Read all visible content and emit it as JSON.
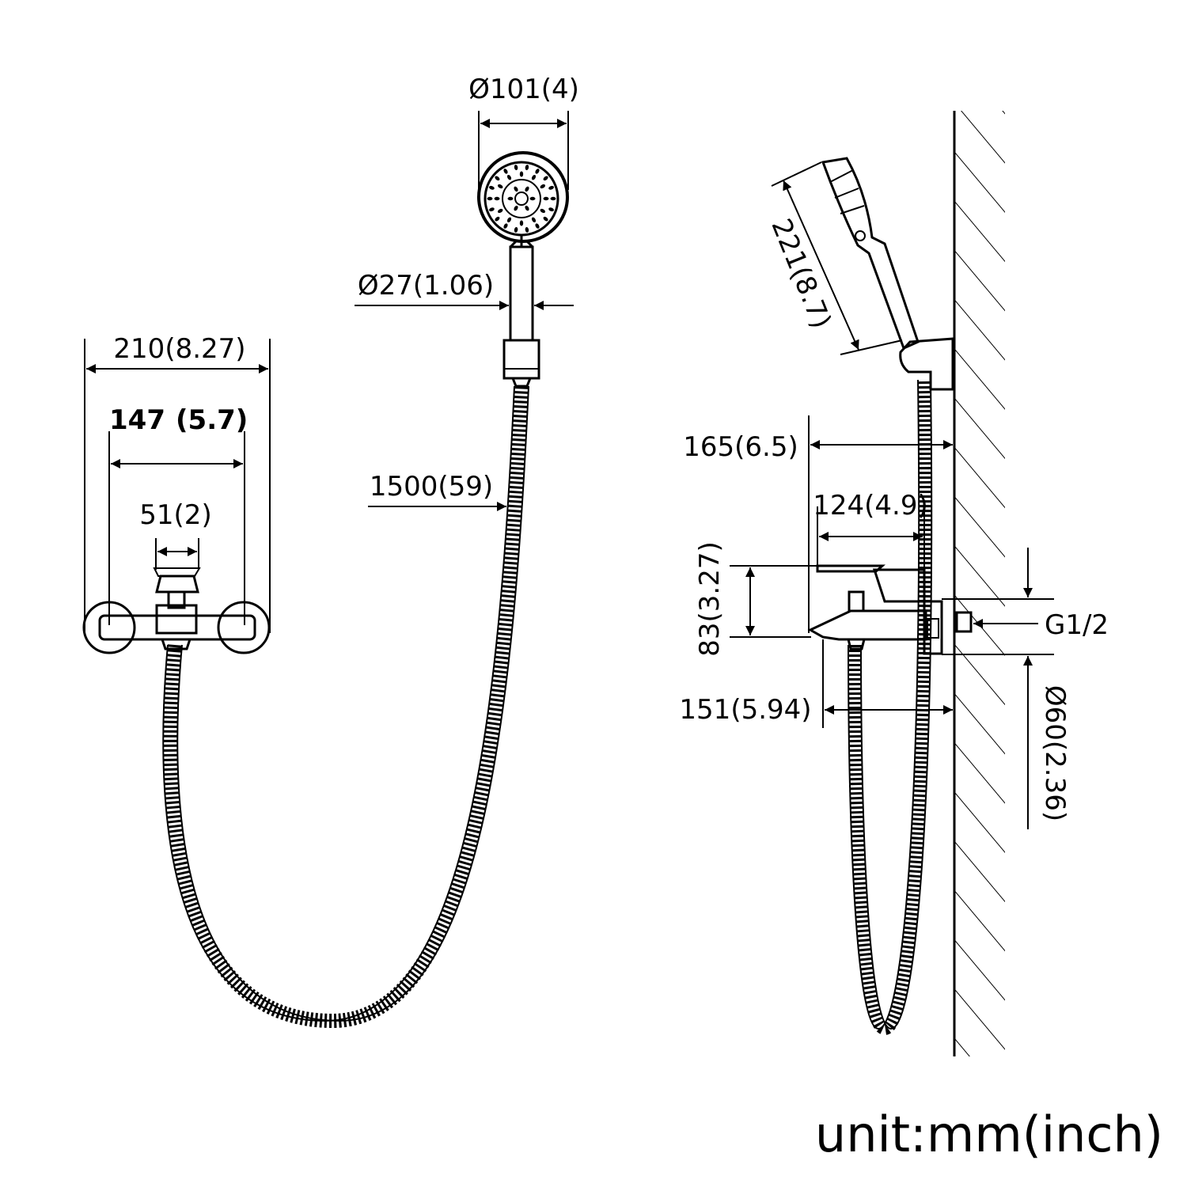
{
  "dimensions": {
    "head_diameter": "Ø101(4)",
    "handle_diameter": "Ø27(1.06)",
    "overall_width": "210(8.27)",
    "inlet_centers_value": "147",
    "inlet_centers_inch": "(5.7)",
    "outlet_width": "51(2)",
    "hose_length": "1500(59)",
    "handset_length": "221(8.7)",
    "wall_projection": "165(6.5)",
    "lever_length": "124(4.9)",
    "body_height": "83(3.27)",
    "connection_thread": "G1/2",
    "spout_projection": "151(5.94)",
    "flange_diameter": "Ø60(2.36)"
  },
  "unit_label": "unit:mm(inch)"
}
